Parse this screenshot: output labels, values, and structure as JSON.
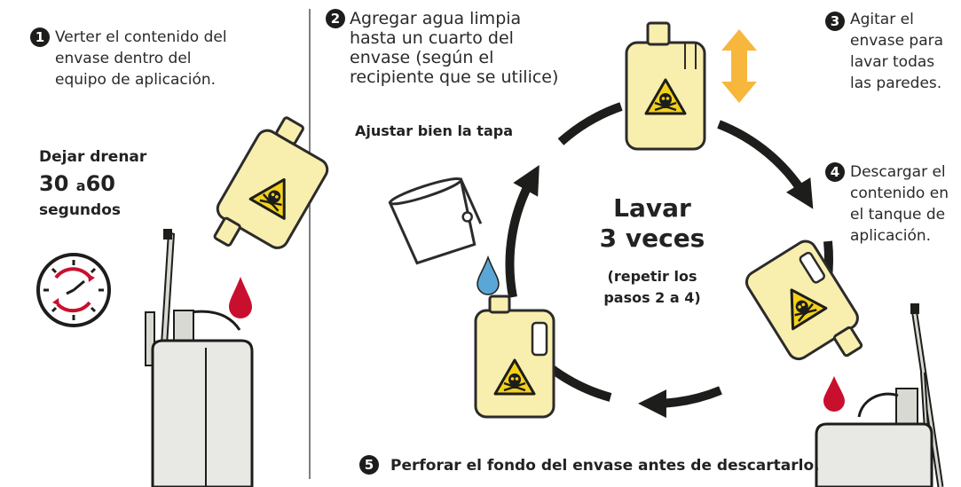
{
  "step1": {
    "number": "1",
    "lines": [
      "Verter el contenido del",
      "envase dentro del",
      "equipo de aplicación."
    ]
  },
  "drain": {
    "title": "Dejar drenar",
    "from": "30",
    "connector": "a",
    "to": "60",
    "unit": "segundos"
  },
  "step2": {
    "number": "2",
    "lines": [
      "Agregar agua limpia",
      "hasta un cuarto del",
      "envase (según el",
      "recipiente que se utilice)"
    ]
  },
  "cap_note": "Ajustar bien la tapa",
  "step3": {
    "number": "3",
    "lines": [
      "Agitar el",
      "envase para",
      "lavar todas",
      "las paredes."
    ]
  },
  "step4": {
    "number": "4",
    "lines": [
      "Descargar el",
      "contenido en",
      "el tanque de",
      "aplicación."
    ]
  },
  "center": {
    "line1": "Lavar",
    "line2": "3 veces",
    "sub1": "(repetir los",
    "sub2": "pasos 2 a 4)"
  },
  "step5": {
    "number": "5",
    "text": "Perforar el fondo del envase antes de descartarlo."
  },
  "colors": {
    "container_fill": "#f8eeae",
    "container_stroke": "#2b2b2b",
    "hazard_yellow": "#f3d11c",
    "shake_arrow": "#f6b73c",
    "drop_red": "#c8102e",
    "drop_blue": "#5aa6d6",
    "clock_red": "#c8102e",
    "cycle_arrow": "#1d1d1b",
    "divider": "#555555"
  },
  "icons": [
    "container-icon",
    "hazard-skull-icon",
    "clock-icon",
    "sprayer-icon",
    "bucket-icon",
    "water-drop-icon",
    "liquid-drop-icon",
    "shake-arrows-icon",
    "cycle-arrow-icon"
  ]
}
